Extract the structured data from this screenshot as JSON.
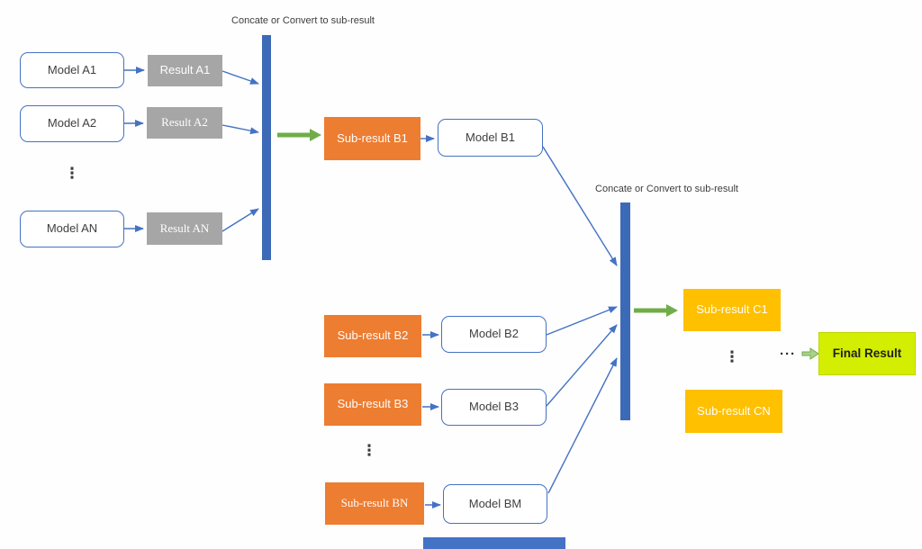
{
  "labels": {
    "concat1": "Concate or Convert to sub-result",
    "concat2": "Concate or Convert to sub-result"
  },
  "nodes": {
    "model_a1": "Model A1",
    "result_a1": "Result A1",
    "model_a2": "Model A2",
    "result_a2": "Result A2",
    "model_an": "Model AN",
    "result_an": "Result AN",
    "subresult_b1": "Sub-result B1",
    "model_b1": "Model B1",
    "subresult_b2": "Sub-result B2",
    "model_b2": "Model B2",
    "subresult_b3": "Sub-result B3",
    "model_b3": "Model B3",
    "subresult_bn": "Sub-result BN",
    "model_bm": "Model BM",
    "subresult_c1": "Sub-result C1",
    "subresult_cn": "Sub-result CN",
    "final_result": "Final Result"
  },
  "ellipsis": {
    "vertical": "⋮",
    "horizontal": "···"
  },
  "colors": {
    "bar_blue": "#3C6AB6",
    "arrow_blue": "#4472C4",
    "green_arrow": "#70AD47",
    "orange_box": "#ED7D31",
    "gold_box": "#FFC000",
    "gray_box": "#A6A6A6",
    "final_box": "#D3EE00"
  }
}
